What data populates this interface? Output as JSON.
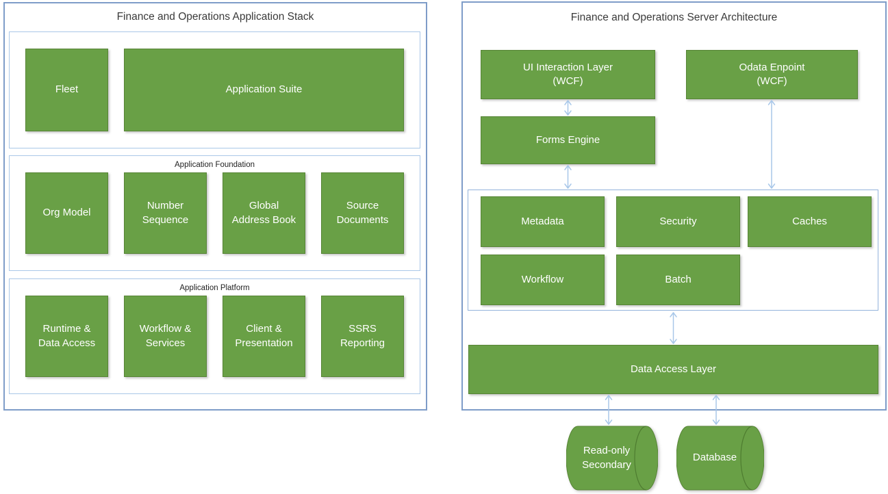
{
  "left_diagram": {
    "title": "Finance and Operations Application Stack",
    "top_section": {
      "boxes": [
        "Fleet",
        "Application Suite"
      ]
    },
    "foundation_section": {
      "label": "Application Foundation",
      "boxes": [
        "Org Model",
        "Number Sequence",
        "Global Address Book",
        "Source Documents"
      ]
    },
    "platform_section": {
      "label": "Application Platform",
      "boxes": [
        "Runtime & Data Access",
        "Workflow & Services",
        "Client & Presentation",
        "SSRS Reporting"
      ]
    }
  },
  "right_diagram": {
    "title": "Finance and Operations Server Architecture",
    "ui_interaction_layer": "UI Interaction Layer\n(WCF)",
    "odata_endpoint": "Odata Enpoint\n(WCF)",
    "forms_engine": "Forms Engine",
    "kernel_boxes": [
      "Metadata",
      "Security",
      "Caches",
      "Workflow",
      "Batch"
    ],
    "data_access_layer": "Data Access Layer",
    "databases": [
      "Read-only Secondary",
      "Database"
    ]
  },
  "colors": {
    "box_green": "#69A046",
    "box_green_border": "#568435",
    "outer_frame_blue": "#7E9CC8",
    "section_border_blue": "#A9C7E8",
    "arrow_blue": "#A8C7E9",
    "title_text": "#3A3A3A",
    "box_text": "#FFFFFF"
  }
}
